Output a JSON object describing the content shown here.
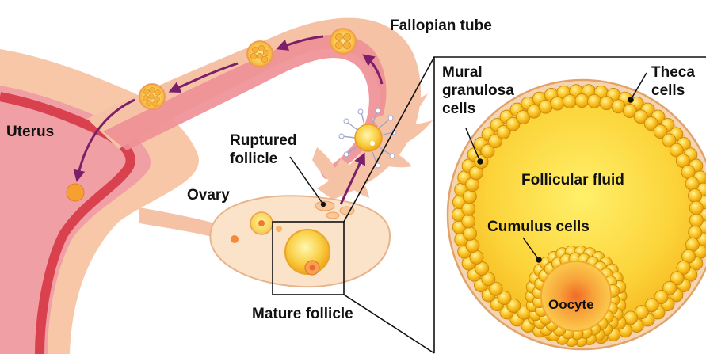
{
  "labels": {
    "fallopian_tube": "Fallopian tube",
    "uterus": "Uterus",
    "ruptured_follicle_line1": "Ruptured",
    "ruptured_follicle_line2": "follicle",
    "ovary": "Ovary",
    "mature_follicle": "Mature follicle",
    "mural_line1": "Mural",
    "mural_line2": "granulosa",
    "mural_line3": "cells",
    "theca_line1": "Theca",
    "theca_line2": "cells",
    "follicular_fluid": "Follicular fluid",
    "cumulus_cells": "Cumulus cells",
    "oocyte": "Oocyte"
  },
  "colors": {
    "uterus_wall": "#f7c7a8",
    "uterus_lining": "#f0a0a4",
    "uterus_inner_red": "#d9414f",
    "tube_outer": "#f6c2a6",
    "tube_inner": "#ee8f96",
    "ovary_fill": "#fbe3c9",
    "ovary_stroke": "#e7b48c",
    "arrow": "#7b1f6b",
    "granulosa": "#f9c31c",
    "granulosa_stroke": "#c68a06",
    "fluid": "#fcd24a",
    "oocyte": "#f8a33a",
    "theca": "#f6d4b2"
  }
}
